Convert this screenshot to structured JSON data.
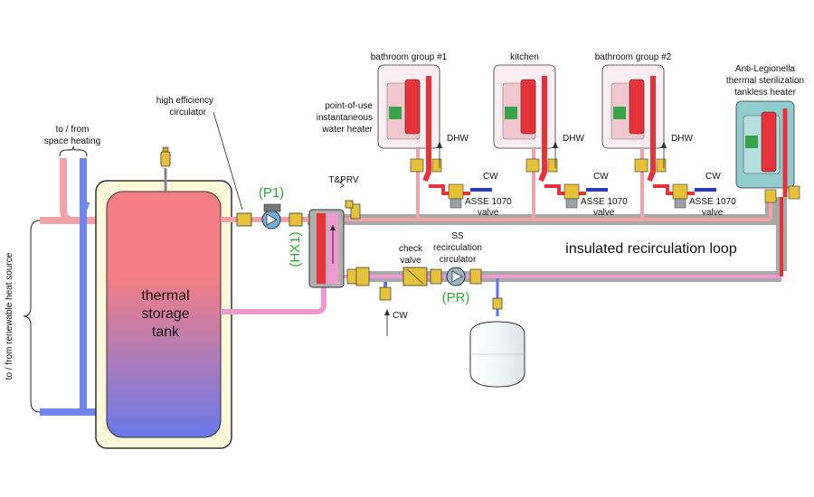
{
  "labels": {
    "space_heating": [
      "to / from",
      "space heating"
    ],
    "renewable": "to / from renewable heat source",
    "tank": [
      "thermal",
      "storage",
      "tank"
    ],
    "circulator_he": [
      "high efficiency",
      "circulator"
    ],
    "p1": "(P1)",
    "tprv": "T&PRV",
    "hx1": "(HX1)",
    "pou": [
      "point-of-use",
      "instantaneous",
      "water heater"
    ],
    "bath1": "bathroom group #1",
    "kitchen": "kitchen",
    "bath2": "bathroom group #2",
    "anti_leg": [
      "Anti-Legionella",
      "thermal sterilization",
      "tankless heater"
    ],
    "dhw": "DHW",
    "cw": "CW",
    "asse": [
      "ASSE 1070",
      "valve"
    ],
    "check_valve": [
      "check",
      "valve"
    ],
    "ss_circ": [
      "SS",
      "recirculation",
      "circulator"
    ],
    "pr": "(PR)",
    "loop": "insulated recirculation loop"
  },
  "colors": {
    "hot": "#f0747a",
    "hot_dark": "#e8323a",
    "cold": "#5a78e8",
    "pink": "#f09ad2",
    "gray_insul": "#a8a8a8",
    "tank_fill_top": "#f47f86",
    "tank_fill_bottom": "#6c78e8",
    "tank_jacket": "#fbf7d8",
    "green_label": "#2ea836",
    "brass": "#e6c23a",
    "teal_heater": "#8fcdd0"
  },
  "units": [
    {
      "id": "bath1"
    },
    {
      "id": "kitchen"
    },
    {
      "id": "bath2"
    }
  ]
}
